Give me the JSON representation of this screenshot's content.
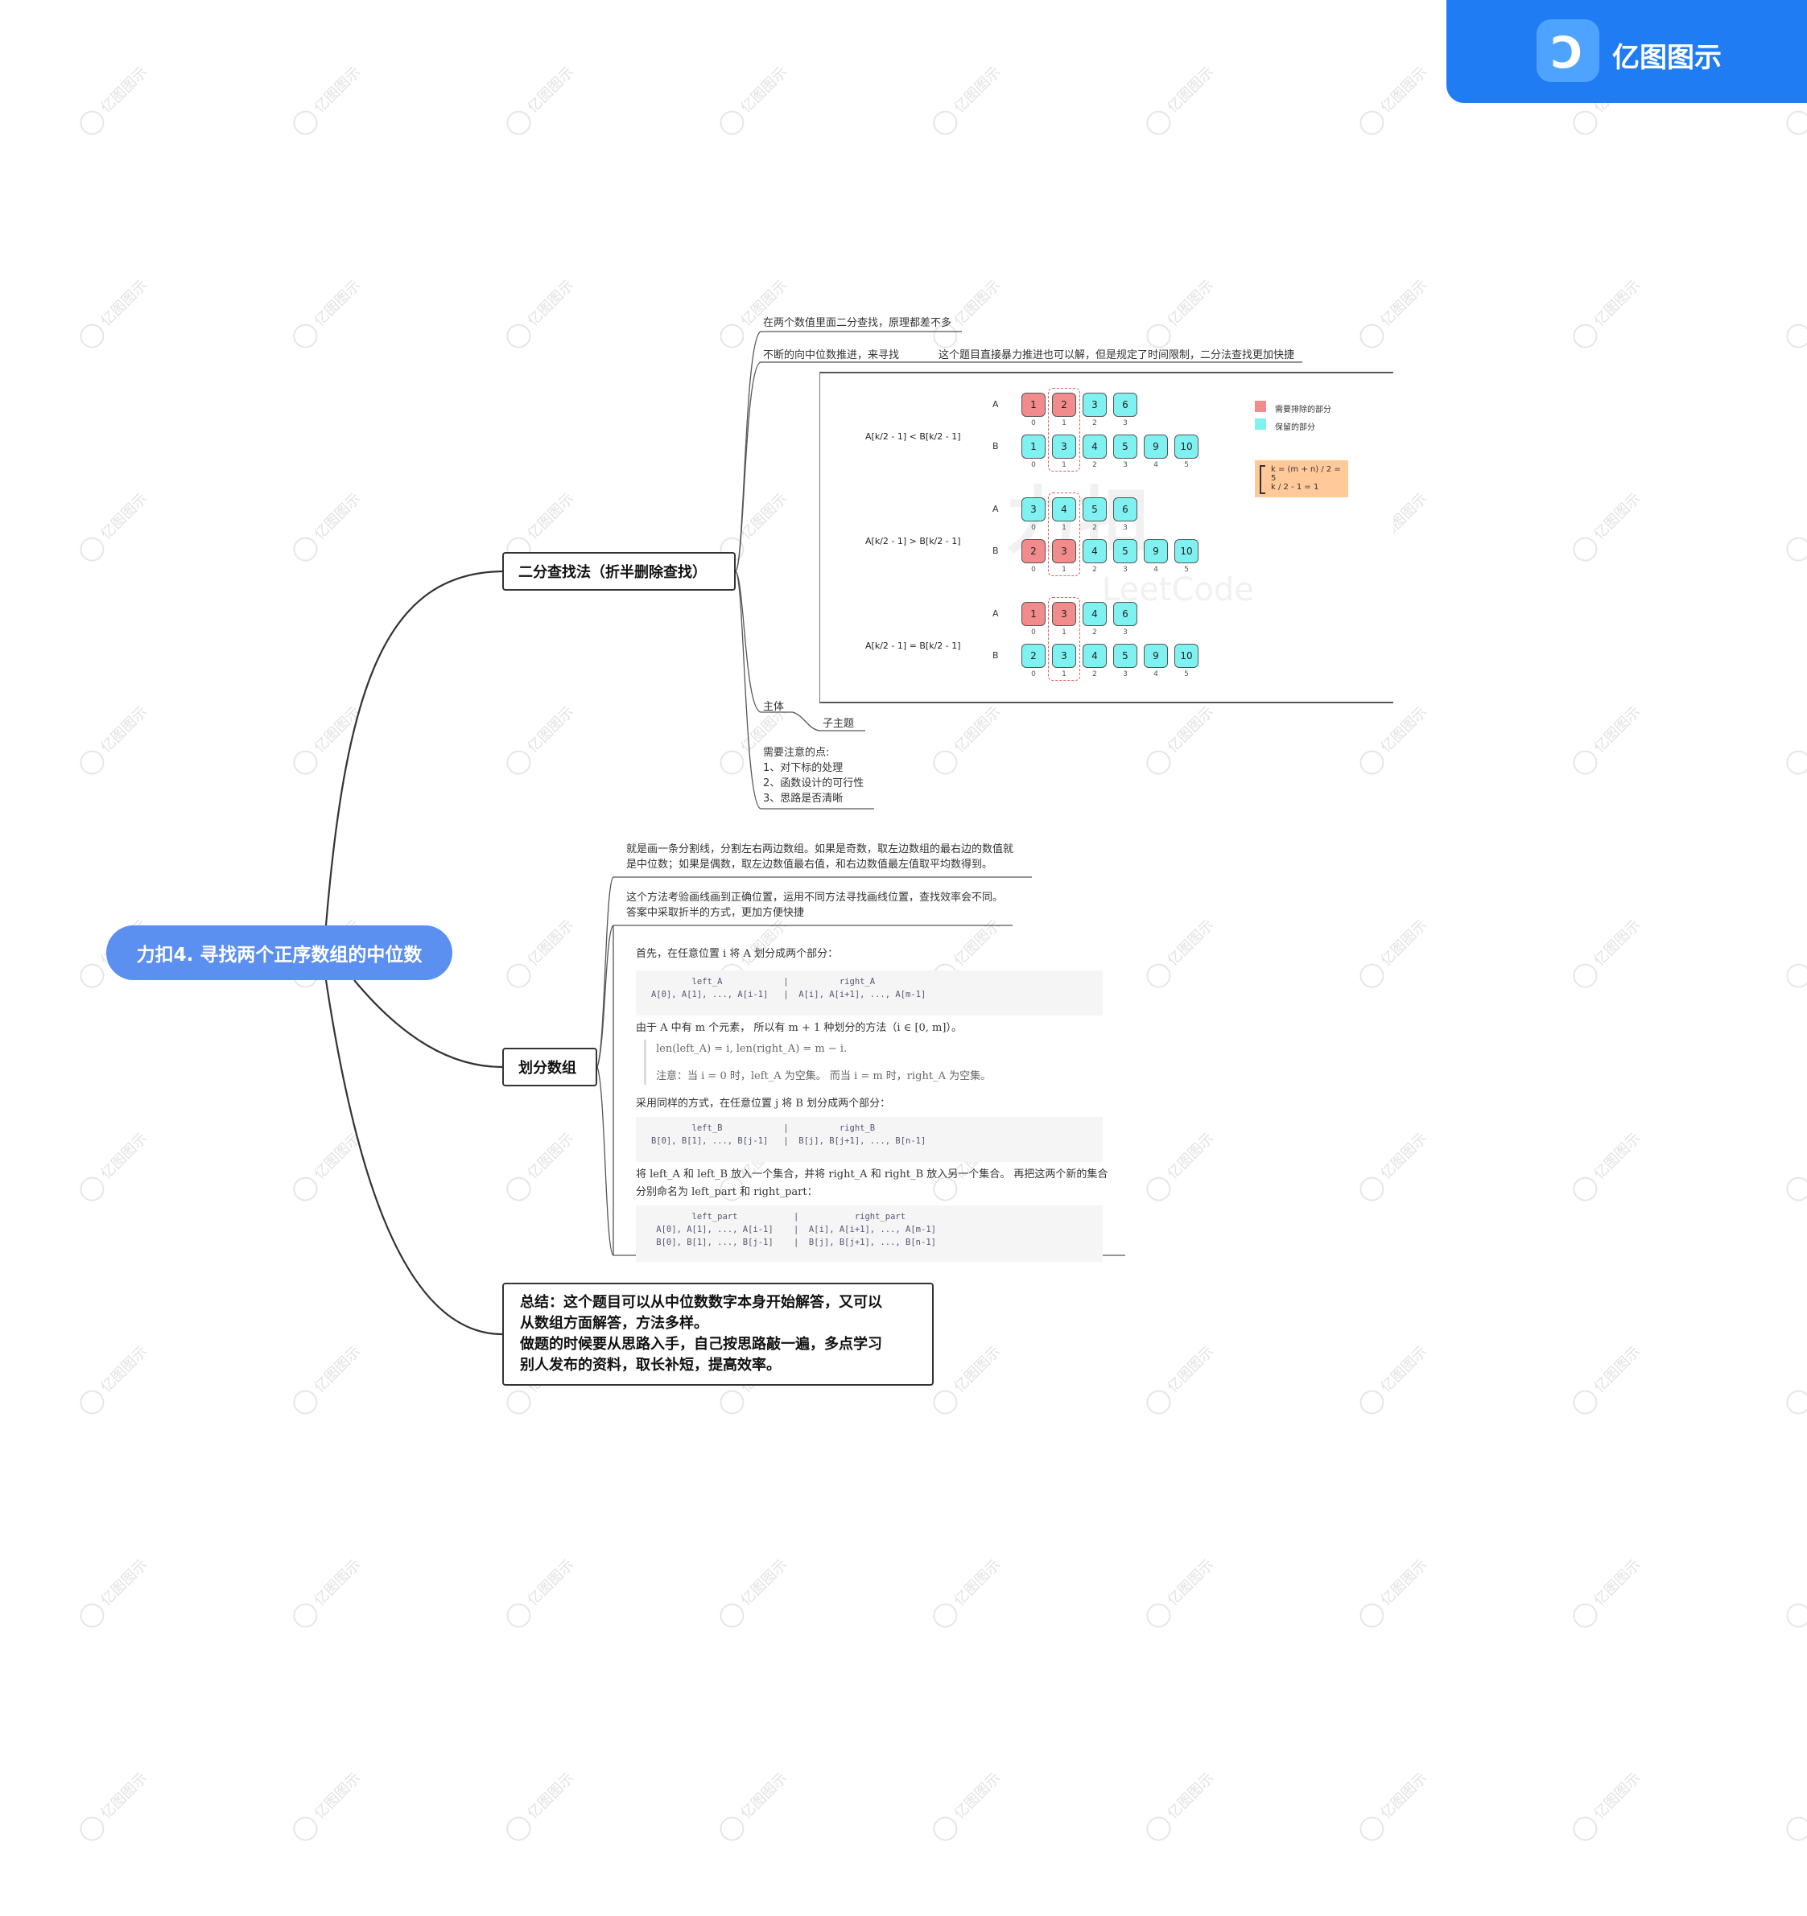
{
  "brand": {
    "name": "亿图图示",
    "logo_glyph": "Ɔ",
    "color": "#1f7cf2"
  },
  "watermark_text": "亿图图示",
  "root": {
    "label": "力扣4. 寻找两个正序数组的中位数",
    "color": "#5b8ff0"
  },
  "branch1": {
    "label": "二分查找法（折半删除查找）",
    "leaves": {
      "l1": "在两个数值里面二分查找，原理都差不多",
      "l2": "不断的向中位数推进，来寻找",
      "l2b": "这个题目直接暴力推进也可以解，但是规定了时间限制，二分法查找更加快捷",
      "zhuti": "主体",
      "zizhuti": "子主题",
      "notes": "需要注意的点:\n1、对下标的处理\n2、函数设计的可行性\n3、思路是否清晰"
    },
    "diagram": {
      "legend": {
        "remove": "需要排除的部分",
        "keep": "保留的部分",
        "remove_color": "#f28c8c",
        "keep_color": "#7ff1f0"
      },
      "note": {
        "line1": "k = (m + n) / 2 = 5",
        "line2": "k / 2 - 1 = 1"
      },
      "ghost": {
        "big": "力扣",
        "small": "LeetCode"
      },
      "row_labels": {
        "a": "A",
        "b": "B"
      },
      "cases": [
        {
          "condition": "A[k/2 - 1] < B[k/2 - 1]",
          "A": [
            {
              "v": "1",
              "s": "r"
            },
            {
              "v": "2",
              "s": "r"
            },
            {
              "v": "3",
              "s": "k"
            },
            {
              "v": "6",
              "s": "k"
            }
          ],
          "B": [
            {
              "v": "1",
              "s": "k"
            },
            {
              "v": "3",
              "s": "k"
            },
            {
              "v": "4",
              "s": "k"
            },
            {
              "v": "5",
              "s": "k"
            },
            {
              "v": "9",
              "s": "k"
            },
            {
              "v": "10",
              "s": "k"
            }
          ]
        },
        {
          "condition": "A[k/2 - 1] > B[k/2 - 1]",
          "A": [
            {
              "v": "3",
              "s": "k"
            },
            {
              "v": "4",
              "s": "k"
            },
            {
              "v": "5",
              "s": "k"
            },
            {
              "v": "6",
              "s": "k"
            }
          ],
          "B": [
            {
              "v": "2",
              "s": "r"
            },
            {
              "v": "3",
              "s": "r"
            },
            {
              "v": "4",
              "s": "k"
            },
            {
              "v": "5",
              "s": "k"
            },
            {
              "v": "9",
              "s": "k"
            },
            {
              "v": "10",
              "s": "k"
            }
          ]
        },
        {
          "condition": "A[k/2 - 1] = B[k/2 - 1]",
          "A": [
            {
              "v": "1",
              "s": "r"
            },
            {
              "v": "3",
              "s": "r"
            },
            {
              "v": "4",
              "s": "k"
            },
            {
              "v": "6",
              "s": "k"
            }
          ],
          "B": [
            {
              "v": "2",
              "s": "k"
            },
            {
              "v": "3",
              "s": "k"
            },
            {
              "v": "4",
              "s": "k"
            },
            {
              "v": "5",
              "s": "k"
            },
            {
              "v": "9",
              "s": "k"
            },
            {
              "v": "10",
              "s": "k"
            }
          ]
        }
      ]
    }
  },
  "branch2": {
    "label": "划分数组",
    "leaves": {
      "l1": "就是画一条分割线，分割左右两边数组。如果是奇数，取左边数组的最右边的数值就\n是中位数；如果是偶数，取左边数值最右值，和右边数值最左值取平均数得到。",
      "l2": "这个方法考验画线画到正确位置，运用不同方法寻找画线位置，查找效率会不同。\n答案中采取折半的方式，更加方便快捷"
    },
    "math": {
      "p1": "首先，在任意位置 i 将 A 划分成两个部分：",
      "code1": "           left_A            |          right_A\n   A[0], A[1], ..., A[i-1]   |  A[i], A[i+1], ..., A[m-1]",
      "p2": "由于 A 中有 m 个元素， 所以有 m + 1 种划分的方法（i ∈ [0, m]）。",
      "q1": "len(left_A) = i, len(right_A) = m − i.",
      "q2": "注意：当 i = 0 时，left_A 为空集。 而当 i = m 时，right_A 为空集。",
      "p3": "采用同样的方式，在任意位置 j 将 B 划分成两个部分：",
      "code2": "           left_B            |          right_B\n   B[0], B[1], ..., B[j-1]   |  B[j], B[j+1], ..., B[n-1]",
      "p4": "将 left_A 和 left_B 放入一个集合，并将 right_A 和 right_B 放入另一个集合。 再把这两个新的集合",
      "p4b": "分别命名为 left_part 和 right_part：",
      "code3": "           left_part           |           right_part\n    A[0], A[1], ..., A[i-1]    |  A[i], A[i+1], ..., A[m-1]\n    B[0], B[1], ..., B[j-1]    |  B[j], B[j+1], ..., B[n-1]"
    }
  },
  "branch3": {
    "label": "总结：这个题目可以从中位数数字本身开始解答，又可以\n从数组方面解答，方法多样。\n做题的时候要从思路入手，自己按思路敲一遍，多点学习\n别人发布的资料，取长补短，提高效率。"
  }
}
